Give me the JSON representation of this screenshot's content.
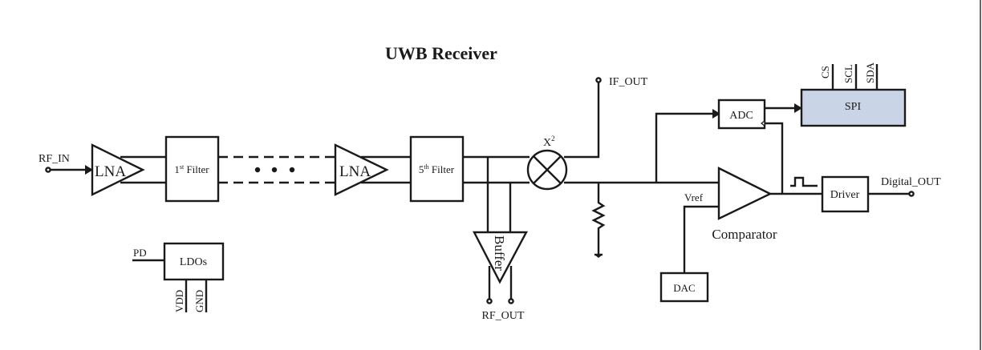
{
  "title": "UWB Receiver",
  "ports": {
    "rf_in": "RF_IN",
    "if_out": "IF_OUT",
    "rf_out": "RF_OUT",
    "digital_out": "Digital_OUT",
    "pd": "PD",
    "vdd": "VDD",
    "gnd": "GND",
    "cs": "CS",
    "scl": "SCL",
    "sda": "SDA",
    "vref": "Vref"
  },
  "blocks": {
    "lna1": "LNA",
    "filter1_num": "1",
    "filter1_sup": "st",
    "filter1_word": " Filter",
    "lna5": "LNA",
    "filter5_num": "5",
    "filter5_sup": "th",
    "filter5_word": " Filter",
    "mixer_base": "X",
    "mixer_sup": "2",
    "buffer": "Buffer",
    "adc": "ADC",
    "spi": "SPI",
    "comparator": "Comparator",
    "driver": "Driver",
    "dac": "DAC",
    "ldos": "LDOs"
  },
  "colors": {
    "spi_fill": "#c9d4e6",
    "line": "#1a1a1a"
  }
}
